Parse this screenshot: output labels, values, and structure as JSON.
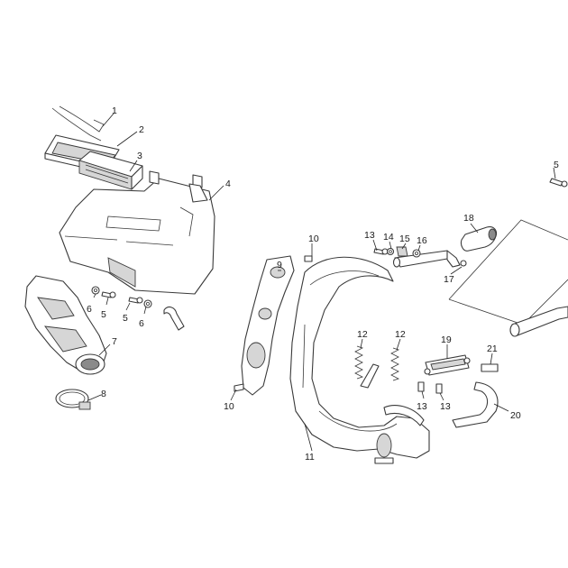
{
  "callouts": {
    "c1": "1",
    "c2": "2",
    "c3": "3",
    "c4": "4",
    "c5_top": "5",
    "c5_a": "5",
    "c5_b": "5",
    "c6_a": "6",
    "c6_b": "6",
    "c7": "7",
    "c8": "8",
    "c9": "9",
    "c10_top": "10",
    "c10_bottom": "10",
    "c11": "11",
    "c12_a": "12",
    "c12_b": "12",
    "c13_a": "13",
    "c13_b": "13",
    "c13_c": "13",
    "c14": "14",
    "c15": "15",
    "c16": "16",
    "c17": "17",
    "c18": "18",
    "c19": "19",
    "c20": "20",
    "c21": "21"
  }
}
